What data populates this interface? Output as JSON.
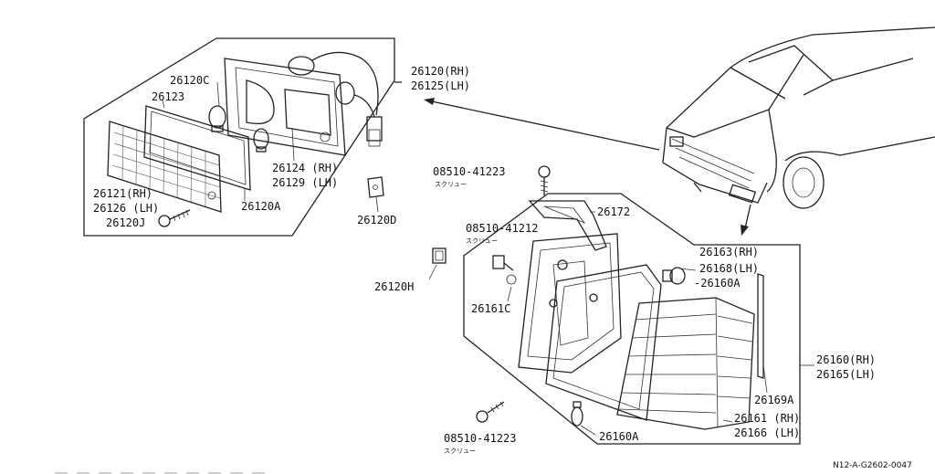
{
  "diagram": {
    "upper_group": {
      "assembly_label_rh": "26120(RH)",
      "assembly_label_lh": "26125(LH)",
      "parts": {
        "bulb_26120C": "26120C",
        "gasket_26123": "26123",
        "lens_rh": "26121(RH)",
        "lens_lh": "26126 (LH)",
        "screw_26120J": "26120J",
        "socket_rh": "26124 (RH)",
        "socket_lh": "26129 (LH)",
        "gasket_26120A": "26120A",
        "clip_26120D": "26120D"
      }
    },
    "clip_26120H": "26120H",
    "lower_group": {
      "screw_top_part": "08510-41223",
      "screw_top_caption": "スクリュー",
      "bracket_26172": "26172",
      "screw_mid_part": "08510-41212",
      "screw_mid_caption": "スクリュー",
      "grommet_26161C": "26161C",
      "housing_rh": "26163(RH)",
      "housing_lh": "26168(LH)",
      "housing_26160A": "-26160A",
      "lamp_assembly_rh": "26160(RH)",
      "lamp_assembly_lh": "26165(LH)",
      "seal_26169A": "26169A",
      "lens_rh": "26161 (RH)",
      "lens_lh": "26166 (LH)",
      "bulb_26160A": "26160A",
      "screw_bottom_part": "08510-41223",
      "screw_bottom_caption": "スクリュー"
    },
    "reference_code": "N12-A-G2602-0047"
  }
}
